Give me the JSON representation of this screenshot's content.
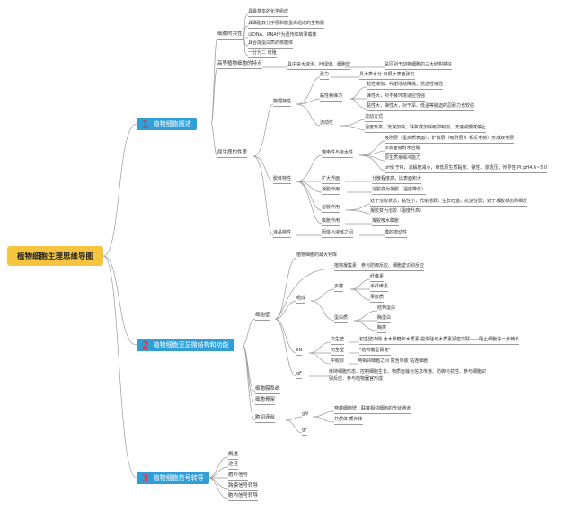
{
  "root": "植物细胞生理思维导图",
  "b1": {
    "num": "1",
    "label": "植物细胞概述",
    "gongxing": {
      "label": "细胞的共性",
      "items": [
        "具最基本的化学组成",
        "具磷脂双分子层和膜蛋白组成的生物膜",
        "以DNA、RNA作为遗传和转录载体",
        "具合成蛋白质的核糖体",
        "一分为二 增殖"
      ]
    },
    "tedian": {
      "label": "高等植物细胞的特点",
      "c1": "具中央大液泡、叶绿体、细胞壁",
      "c2": "是区别于动物细胞的三大结构特征"
    },
    "yuanshengzhi": {
      "label": "原生质的性质",
      "wuli": {
        "label": "物理特性",
        "zhangli": {
          "label": "张力",
          "desc": "具大表水分 有很大表面张力"
        },
        "nianxing": {
          "label": "黏性和弹力",
          "items": [
            "黏性增加，代谢活动降低，抗逆性增强",
            "弹性大，对不良环境适应性强",
            "黏性大，弹性大，对干旱、低温等胁迫的忍耐力也较强"
          ]
        },
        "liudong": {
          "label": "流动性",
          "items": [
            "流动方式",
            "温度升高，流速加快；缺氧或加呼吸抑制剂，流速减慢或停止"
          ]
        }
      },
      "jiaoti": {
        "label": "胶体特性",
        "daidian": {
          "label": "带电性与亲水性",
          "items": [
            "吸附层（蛋白质表面），扩散层（吸附层外 相反电荷）形成双电层",
            "pI表面吸附水合膜",
            "原生质亲缘冲能力",
            "pH处于PI，溶解度减小，难低原生质黏度、弹性、渗透压，传导性 PI:pH4.6~5.0"
          ]
        },
        "kuoda": {
          "label": "扩大界面",
          "desc": "分散程度高，比表面积大"
        },
        "ningjiao": {
          "label": "凝胶作用",
          "desc": "溶胶变为凝胶（温度降低）"
        },
        "rongjiao": {
          "label": "溶胶作用",
          "items": [
            "处于溶胶状态，黏性小，代谢活跃，生长旺盛，抗逆性弱；处于凝胶状态则相反",
            "凝胶变为溶胶（温度升高）"
          ]
        },
        "shuangxiang": {
          "label": "吸胀作用",
          "desc": "凝胶吸水膨胀"
        }
      },
      "yejing": {
        "label": "液晶特性",
        "c1": "固体与液体之间",
        "c2": "膜的流动性"
      }
    }
  },
  "b2": {
    "num": "2",
    "label": "植物细胞亚显微结构和功能",
    "xibaobi": {
      "label": "细胞壁",
      "chuanghu": "植物细胞的最大钙库",
      "gongneng": "植物凝集素：参与防御反应、细胞壁识别反应",
      "zucheng": {
        "label": "组成",
        "duotang": {
          "label": "多糖",
          "items": [
            "纤维素",
            "半纤维素",
            "果胶质"
          ]
        },
        "danbai": {
          "label": "蛋白质",
          "items": [
            "结构蛋白",
            "酶蛋白",
            "酶类"
          ]
        }
      },
      "jiegou": {
        "label": "ⅡN",
        "items": [
          {
            "label": "次生壁",
            "desc": "初生壁内侧 含木聚糖和木质素 提供硅与木质素紧密交联——阻止细胞进一步伸长"
          },
          {
            "label": "初生壁",
            "desc": "\"结构模型假说\""
          },
          {
            "label": "中胶层",
            "desc": "两相邻细胞之间 富含果胶 粘连细胞"
          }
        ]
      },
      "gongneng2": {
        "label": "gF",
        "items": [
          "维持细胞形态、控制细胞生长、物质运输与信息传递、防御与抗性、参与细胞识",
          "别反应、参与植物器官形成"
        ]
      }
    },
    "mojiegou": "细胞膜系统",
    "xibaoguji": "细胞骨架",
    "liansi": {
      "label": "胞间连丝",
      "gN": {
        "label": "gN",
        "items": [
          "穿越细胞壁，联接相邻细胞的管状通道",
          "共质体 质外体"
        ]
      },
      "gF": "gF"
    }
  },
  "b3": {
    "num": "3",
    "label": "植物细胞信号转导",
    "items": [
      "概述",
      "途径",
      "胞外信号",
      "跨膜信号转导",
      "胞内信号转导"
    ]
  },
  "colors": {
    "root": "#f5c542",
    "branch": "#2f9fd6",
    "number": "#e8334a",
    "line": "#9a9a9a"
  }
}
